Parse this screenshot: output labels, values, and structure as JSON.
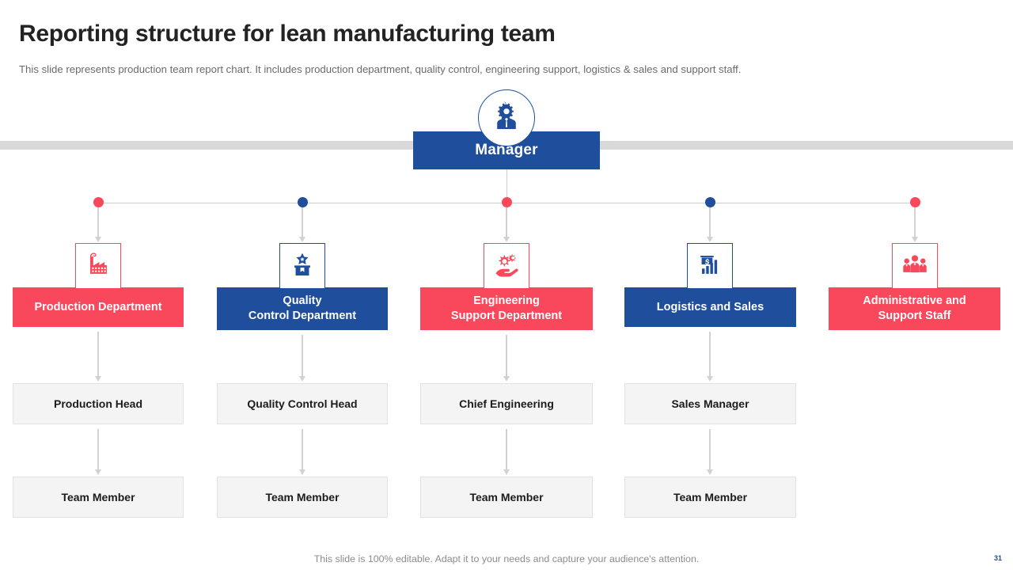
{
  "slide": {
    "title": "Reporting structure for lean manufacturing team",
    "subtitle": "This slide represents production team report chart. It includes production department, quality control, engineering support, logistics & sales and support staff.",
    "footer_note": "This slide is 100% editable. Adapt it to your needs and capture your audience's attention.",
    "page_number": "31"
  },
  "colors": {
    "red": "#f9485b",
    "blue": "#1f4e9c",
    "connector": "#d2d2d2",
    "band": "#d9d9d9",
    "sub_fill": "#f4f4f4",
    "sub_border": "#e2e2e2"
  },
  "root": {
    "label": "Manager",
    "icon": "manager-person-gear-icon",
    "color": "#1f4e9c"
  },
  "departments": [
    {
      "label": "Production Department",
      "label_lines": [
        "Production Department"
      ],
      "icon": "factory-icon",
      "color": "#f9485b",
      "children": [
        "Production Head",
        "Team Member"
      ]
    },
    {
      "label": "Quality Control Department",
      "label_lines": [
        "Quality",
        "Control Department"
      ],
      "icon": "quality-star-box-icon",
      "color": "#1f4e9c",
      "children": [
        "Quality Control Head",
        "Team Member"
      ]
    },
    {
      "label": "Engineering Support Department",
      "label_lines": [
        "Engineering",
        "Support Department"
      ],
      "icon": "hand-gears-icon",
      "color": "#f9485b",
      "children": [
        "Chief Engineering",
        "Team Member"
      ]
    },
    {
      "label": "Logistics and Sales",
      "label_lines": [
        "Logistics and Sales"
      ],
      "icon": "sales-chart-dollar-icon",
      "color": "#1f4e9c",
      "children": [
        "Sales Manager",
        "Team Member"
      ]
    },
    {
      "label": "Administrative and Support Staff",
      "label_lines": [
        "Administrative and",
        "Support Staff"
      ],
      "icon": "team-people-icon",
      "color": "#f9485b",
      "children": []
    }
  ]
}
